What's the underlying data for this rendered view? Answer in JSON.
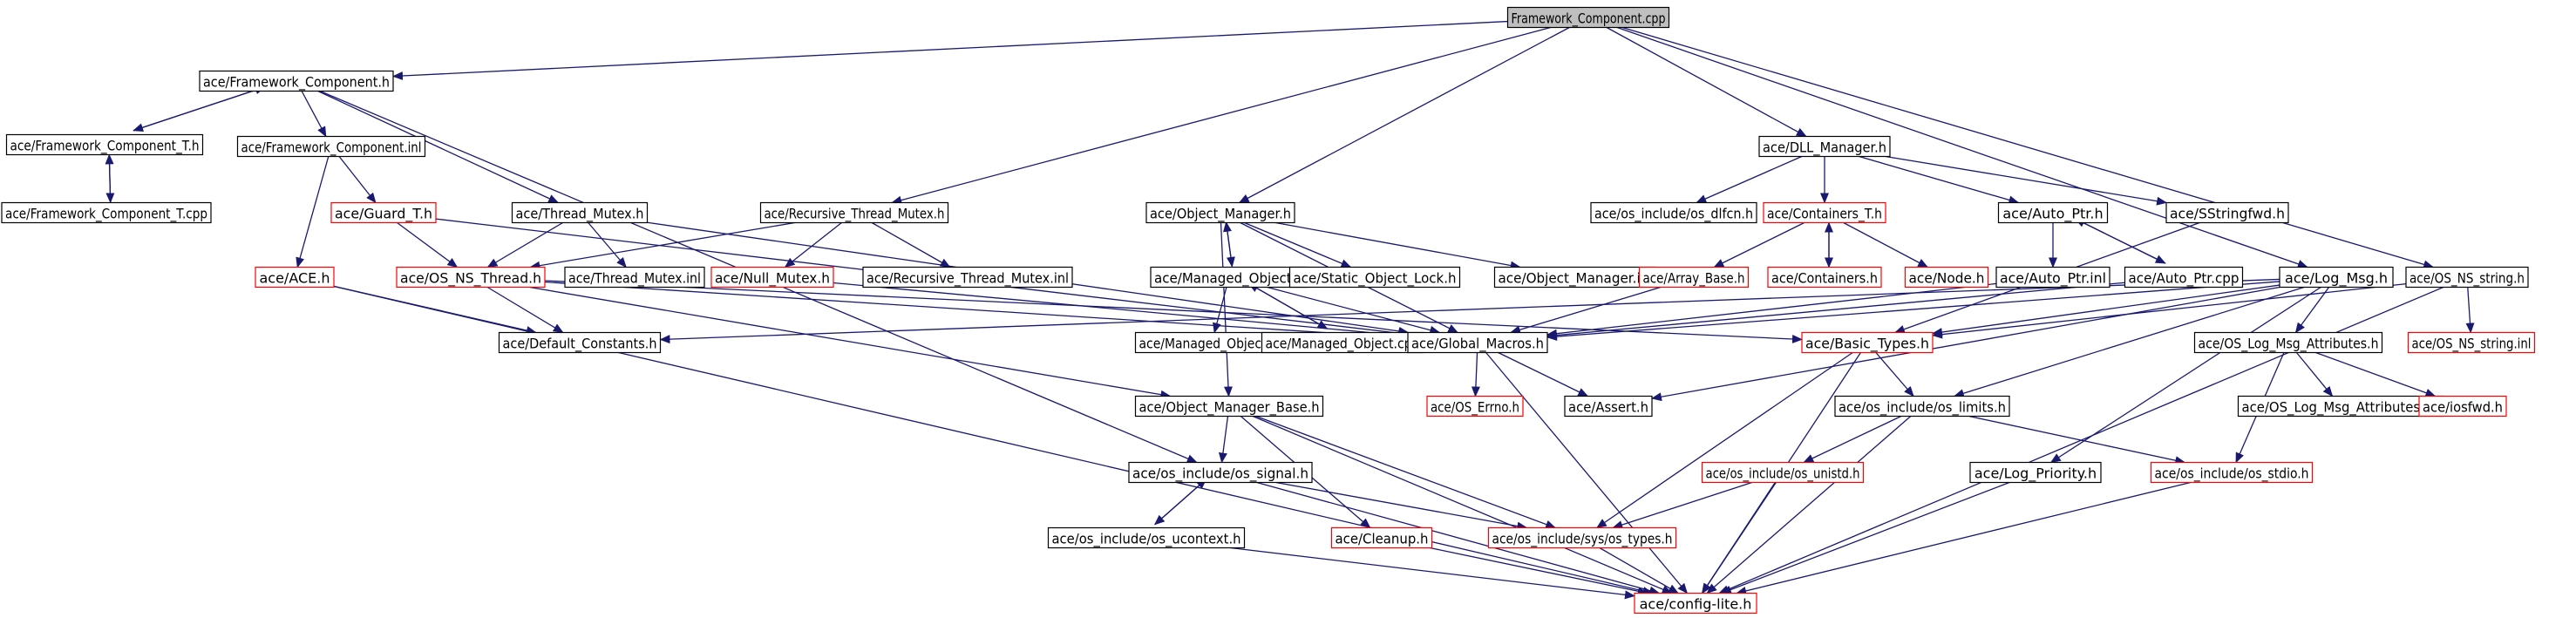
{
  "colors": {
    "edge": "#191970",
    "node_border": "#000000",
    "node_border_missing": "#ff0000",
    "root_fill": "#bfbfbf",
    "node_fill": "#ffffff"
  },
  "nodes": [
    {
      "id": "fc_cpp",
      "label": "Framework_Component.cpp",
      "root": true,
      "missing": false
    },
    {
      "id": "fc_h",
      "label": "ace/Framework_Component.h",
      "missing": false
    },
    {
      "id": "fct_h",
      "label": "ace/Framework_Component_T.h",
      "missing": false
    },
    {
      "id": "fct_cpp",
      "label": "ace/Framework_Component_T.cpp",
      "missing": false
    },
    {
      "id": "fc_inl",
      "label": "ace/Framework_Component.inl",
      "missing": false
    },
    {
      "id": "guard_h",
      "label": "ace/Guard_T.h",
      "missing": true
    },
    {
      "id": "ace_h",
      "label": "ace/ACE.h",
      "missing": true
    },
    {
      "id": "thread_mutex_h",
      "label": "ace/Thread_Mutex.h",
      "missing": false
    },
    {
      "id": "os_ns_thread_h",
      "label": "ace/OS_NS_Thread.h",
      "missing": true
    },
    {
      "id": "thread_mutex_inl",
      "label": "ace/Thread_Mutex.inl",
      "missing": false
    },
    {
      "id": "rtm_h",
      "label": "ace/Recursive_Thread_Mutex.h",
      "missing": false
    },
    {
      "id": "null_mutex_h",
      "label": "ace/Null_Mutex.h",
      "missing": true
    },
    {
      "id": "rtm_inl",
      "label": "ace/Recursive_Thread_Mutex.inl",
      "missing": false
    },
    {
      "id": "default_constants_h",
      "label": "ace/Default_Constants.h",
      "missing": false
    },
    {
      "id": "om_h",
      "label": "ace/Object_Manager.h",
      "missing": false
    },
    {
      "id": "mo_h",
      "label": "ace/Managed_Object.h",
      "missing": false
    },
    {
      "id": "sol_h",
      "label": "ace/Static_Object_Lock.h",
      "missing": false
    },
    {
      "id": "om_inl",
      "label": "ace/Object_Manager.inl",
      "missing": false
    },
    {
      "id": "mo_inl",
      "label": "ace/Managed_Object.inl",
      "missing": false
    },
    {
      "id": "mo_cpp",
      "label": "ace/Managed_Object.cpp",
      "missing": false
    },
    {
      "id": "gm_h",
      "label": "ace/Global_Macros.h",
      "missing": false
    },
    {
      "id": "os_errno_h",
      "label": "ace/OS_Errno.h",
      "missing": true
    },
    {
      "id": "assert_h",
      "label": "ace/Assert.h",
      "missing": false
    },
    {
      "id": "omb_h",
      "label": "ace/Object_Manager_Base.h",
      "missing": false
    },
    {
      "id": "os_signal_h",
      "label": "ace/os_include/os_signal.h",
      "missing": false
    },
    {
      "id": "os_ucontext_h",
      "label": "ace/os_include/os_ucontext.h",
      "missing": false
    },
    {
      "id": "cleanup_h",
      "label": "ace/Cleanup.h",
      "missing": true
    },
    {
      "id": "sys_types_h",
      "label": "ace/os_include/sys/os_types.h",
      "missing": true
    },
    {
      "id": "config_lite_h",
      "label": "ace/config-lite.h",
      "missing": true
    },
    {
      "id": "dll_manager_h",
      "label": "ace/DLL_Manager.h",
      "missing": false
    },
    {
      "id": "os_dlfcn_h",
      "label": "ace/os_include/os_dlfcn.h",
      "missing": false
    },
    {
      "id": "containers_t_h",
      "label": "ace/Containers_T.h",
      "missing": true
    },
    {
      "id": "array_base_h",
      "label": "ace/Array_Base.h",
      "missing": true
    },
    {
      "id": "containers_h",
      "label": "ace/Containers.h",
      "missing": true
    },
    {
      "id": "node_h",
      "label": "ace/Node.h",
      "missing": true
    },
    {
      "id": "auto_ptr_h",
      "label": "ace/Auto_Ptr.h",
      "missing": false
    },
    {
      "id": "auto_ptr_inl",
      "label": "ace/Auto_Ptr.inl",
      "missing": false
    },
    {
      "id": "auto_ptr_cpp",
      "label": "ace/Auto_Ptr.cpp",
      "missing": false
    },
    {
      "id": "sstringfwd_h",
      "label": "ace/SStringfwd.h",
      "missing": false
    },
    {
      "id": "log_msg_h",
      "label": "ace/Log_Msg.h",
      "missing": false
    },
    {
      "id": "basic_types_h",
      "label": "ace/Basic_Types.h",
      "missing": true
    },
    {
      "id": "os_limits_h",
      "label": "ace/os_include/os_limits.h",
      "missing": false
    },
    {
      "id": "os_unistd_h",
      "label": "ace/os_include/os_unistd.h",
      "missing": true
    },
    {
      "id": "log_priority_h",
      "label": "ace/Log_Priority.h",
      "missing": false
    },
    {
      "id": "os_stdio_h",
      "label": "ace/os_include/os_stdio.h",
      "missing": true
    },
    {
      "id": "olma_h",
      "label": "ace/OS_Log_Msg_Attributes.h",
      "missing": false
    },
    {
      "id": "olma_inl",
      "label": "ace/OS_Log_Msg_Attributes.inl",
      "missing": false
    },
    {
      "id": "iosfwd_h",
      "label": "ace/iosfwd.h",
      "missing": true
    },
    {
      "id": "os_ns_string_h",
      "label": "ace/OS_NS_string.h",
      "missing": false
    },
    {
      "id": "os_ns_string_inl",
      "label": "ace/OS_NS_string.inl",
      "missing": true
    }
  ],
  "edges": [
    [
      "fc_cpp",
      "fc_h"
    ],
    [
      "fc_cpp",
      "rtm_h"
    ],
    [
      "fc_cpp",
      "om_h"
    ],
    [
      "fc_cpp",
      "dll_manager_h"
    ],
    [
      "fc_cpp",
      "log_msg_h"
    ],
    [
      "fc_cpp",
      "os_ns_string_h"
    ],
    [
      "fc_h",
      "fct_h"
    ],
    [
      "fct_h",
      "fc_h"
    ],
    [
      "fct_h",
      "fct_cpp"
    ],
    [
      "fct_cpp",
      "fct_h"
    ],
    [
      "fc_h",
      "fc_inl"
    ],
    [
      "fc_h",
      "thread_mutex_h"
    ],
    [
      "fc_h",
      "os_signal_h"
    ],
    [
      "fc_inl",
      "guard_h"
    ],
    [
      "fc_inl",
      "ace_h"
    ],
    [
      "guard_h",
      "os_ns_thread_h"
    ],
    [
      "guard_h",
      "gm_h"
    ],
    [
      "ace_h",
      "default_constants_h"
    ],
    [
      "ace_h",
      "config_lite_h"
    ],
    [
      "thread_mutex_h",
      "os_ns_thread_h"
    ],
    [
      "thread_mutex_h",
      "thread_mutex_inl"
    ],
    [
      "thread_mutex_h",
      "gm_h"
    ],
    [
      "rtm_h",
      "os_ns_thread_h"
    ],
    [
      "rtm_h",
      "null_mutex_h"
    ],
    [
      "rtm_h",
      "rtm_inl"
    ],
    [
      "os_ns_thread_h",
      "default_constants_h"
    ],
    [
      "os_ns_thread_h",
      "omb_h"
    ],
    [
      "os_ns_thread_h",
      "gm_h"
    ],
    [
      "os_ns_thread_h",
      "basic_types_h"
    ],
    [
      "null_mutex_h",
      "gm_h"
    ],
    [
      "om_h",
      "mo_h"
    ],
    [
      "mo_h",
      "om_h"
    ],
    [
      "om_h",
      "sol_h"
    ],
    [
      "om_h",
      "om_inl"
    ],
    [
      "om_h",
      "omb_h"
    ],
    [
      "om_h",
      "gm_h"
    ],
    [
      "mo_h",
      "mo_inl"
    ],
    [
      "mo_h",
      "mo_cpp"
    ],
    [
      "mo_cpp",
      "mo_h"
    ],
    [
      "mo_h",
      "gm_h"
    ],
    [
      "gm_h",
      "os_errno_h"
    ],
    [
      "gm_h",
      "assert_h"
    ],
    [
      "gm_h",
      "config_lite_h"
    ],
    [
      "omb_h",
      "os_signal_h"
    ],
    [
      "omb_h",
      "cleanup_h"
    ],
    [
      "omb_h",
      "sys_types_h"
    ],
    [
      "omb_h",
      "config_lite_h"
    ],
    [
      "os_signal_h",
      "os_ucontext_h"
    ],
    [
      "os_ucontext_h",
      "os_signal_h"
    ],
    [
      "os_signal_h",
      "sys_types_h"
    ],
    [
      "os_signal_h",
      "config_lite_h"
    ],
    [
      "os_ucontext_h",
      "config_lite_h"
    ],
    [
      "cleanup_h",
      "config_lite_h"
    ],
    [
      "sys_types_h",
      "config_lite_h"
    ],
    [
      "dll_manager_h",
      "os_dlfcn_h"
    ],
    [
      "dll_manager_h",
      "containers_t_h"
    ],
    [
      "dll_manager_h",
      "auto_ptr_h"
    ],
    [
      "dll_manager_h",
      "sstringfwd_h"
    ],
    [
      "containers_t_h",
      "array_base_h"
    ],
    [
      "containers_t_h",
      "containers_h"
    ],
    [
      "containers_h",
      "containers_t_h"
    ],
    [
      "containers_t_h",
      "node_h"
    ],
    [
      "array_base_h",
      "gm_h"
    ],
    [
      "auto_ptr_h",
      "auto_ptr_inl"
    ],
    [
      "auto_ptr_h",
      "auto_ptr_cpp"
    ],
    [
      "auto_ptr_cpp",
      "auto_ptr_h"
    ],
    [
      "auto_ptr_inl",
      "gm_h"
    ],
    [
      "auto_ptr_cpp",
      "gm_h"
    ],
    [
      "sstringfwd_h",
      "basic_types_h"
    ],
    [
      "log_msg_h",
      "default_constants_h"
    ],
    [
      "log_msg_h",
      "gm_h"
    ],
    [
      "log_msg_h",
      "basic_types_h"
    ],
    [
      "log_msg_h",
      "assert_h"
    ],
    [
      "log_msg_h",
      "os_limits_h"
    ],
    [
      "log_msg_h",
      "log_priority_h"
    ],
    [
      "log_msg_h",
      "olma_h"
    ],
    [
      "basic_types_h",
      "os_limits_h"
    ],
    [
      "basic_types_h",
      "sys_types_h"
    ],
    [
      "basic_types_h",
      "config_lite_h"
    ],
    [
      "os_limits_h",
      "os_unistd_h"
    ],
    [
      "os_limits_h",
      "os_stdio_h"
    ],
    [
      "os_limits_h",
      "config_lite_h"
    ],
    [
      "os_unistd_h",
      "sys_types_h"
    ],
    [
      "os_unistd_h",
      "config_lite_h"
    ],
    [
      "log_priority_h",
      "config_lite_h"
    ],
    [
      "os_stdio_h",
      "config_lite_h"
    ],
    [
      "olma_h",
      "os_stdio_h"
    ],
    [
      "olma_h",
      "olma_inl"
    ],
    [
      "olma_h",
      "iosfwd_h"
    ],
    [
      "os_ns_string_h",
      "basic_types_h"
    ],
    [
      "os_ns_string_h",
      "os_ns_string_inl"
    ],
    [
      "os_ns_string_h",
      "config_lite_h"
    ]
  ]
}
